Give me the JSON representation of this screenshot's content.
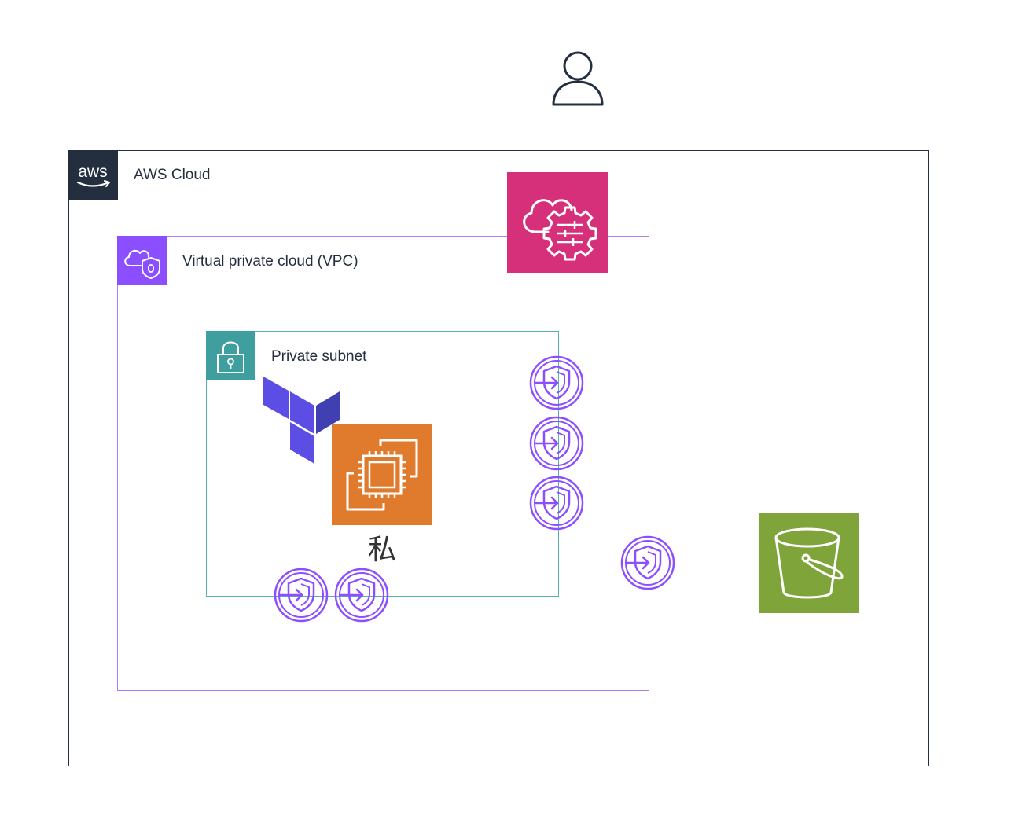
{
  "groups": {
    "aws_cloud": {
      "label": "AWS Cloud",
      "badge_text": "aws",
      "border_color": "#232f3e"
    },
    "vpc": {
      "label": "Virtual private cloud (VPC)",
      "border_color": "#8c4fff"
    },
    "private_subnet": {
      "label": "Private subnet",
      "border_color": "#3f9f9f"
    }
  },
  "ec2_caption": "私",
  "icons": {
    "user": "user-icon",
    "systems_manager": "systems-manager-icon",
    "terraform": "terraform-logo",
    "ec2": "ec2-instance-icon",
    "s3": "s3-bucket-icon",
    "endpoint": "vpc-endpoint-icon"
  },
  "colors": {
    "systems_manager": "#d6307a",
    "ec2": "#e07b2d",
    "s3": "#7ea43a",
    "vpc_badge": "#8c4fff",
    "subnet_badge": "#3f9f9f",
    "aws_badge": "#232f3e",
    "endpoint": "#8c4fff",
    "terraform": "#5c4ee5"
  }
}
